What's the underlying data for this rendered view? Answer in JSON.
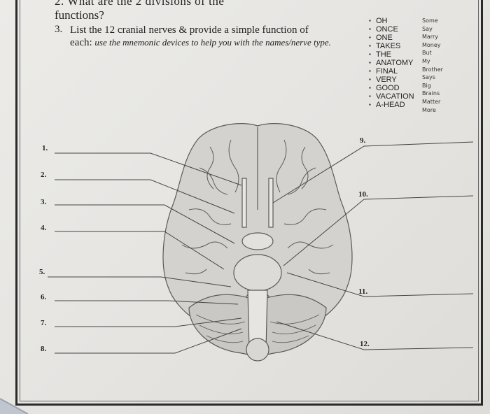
{
  "question_2": {
    "line1": "2. What are the 2 divisions of the",
    "line2": "functions?"
  },
  "question_3": {
    "number": "3.",
    "prompt": "List the 12 cranial nerves & provide a simple function of",
    "prompt_line2_start": "each:",
    "hint": "use the mnemonic devices to help you with the names/nerve type."
  },
  "mnemonic_words": [
    "OH",
    "ONCE",
    "ONE",
    "TAKES",
    "THE",
    "ANATOMY",
    "FINAL",
    "VERY",
    "GOOD",
    "VACATION",
    "A-HEAD"
  ],
  "mnemonic_type_words": [
    "Some",
    "Say",
    "Marry",
    "Money",
    "But",
    "My",
    "Brother",
    "Says",
    "Big",
    "Brains",
    "Matter",
    "More"
  ],
  "blank_numbers": {
    "left": [
      "1.",
      "2.",
      "3.",
      "4.",
      "5.",
      "6.",
      "7.",
      "8."
    ],
    "right": [
      "9.",
      "10.",
      "11.",
      "12."
    ]
  },
  "colors": {
    "paper": "#e9e8e5",
    "ink": "#222222",
    "brain_fill": "#cfcecb",
    "brain_stroke": "#5a5a5a"
  }
}
